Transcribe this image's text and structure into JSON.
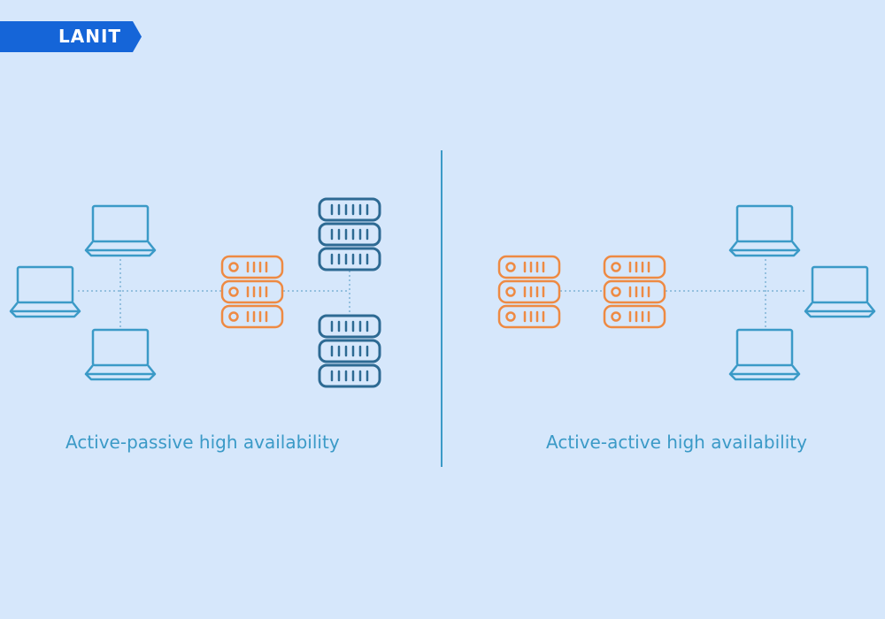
{
  "logo": {
    "text": "LANIT",
    "badge_color": "#1565d8"
  },
  "captions": {
    "left": "Active-passive high availability",
    "right": "Active-active high availability"
  },
  "colors": {
    "background": "#d6e7fb",
    "laptop": "#3b9ac7",
    "active_server": "#ee8a43",
    "passive_server": "#2d6a93",
    "connector": "#7fb3d6",
    "divider": "#3b9ac7",
    "caption": "#3b9ac7"
  },
  "icons": {
    "laptop": "laptop-icon",
    "server": "server-rack-icon"
  }
}
